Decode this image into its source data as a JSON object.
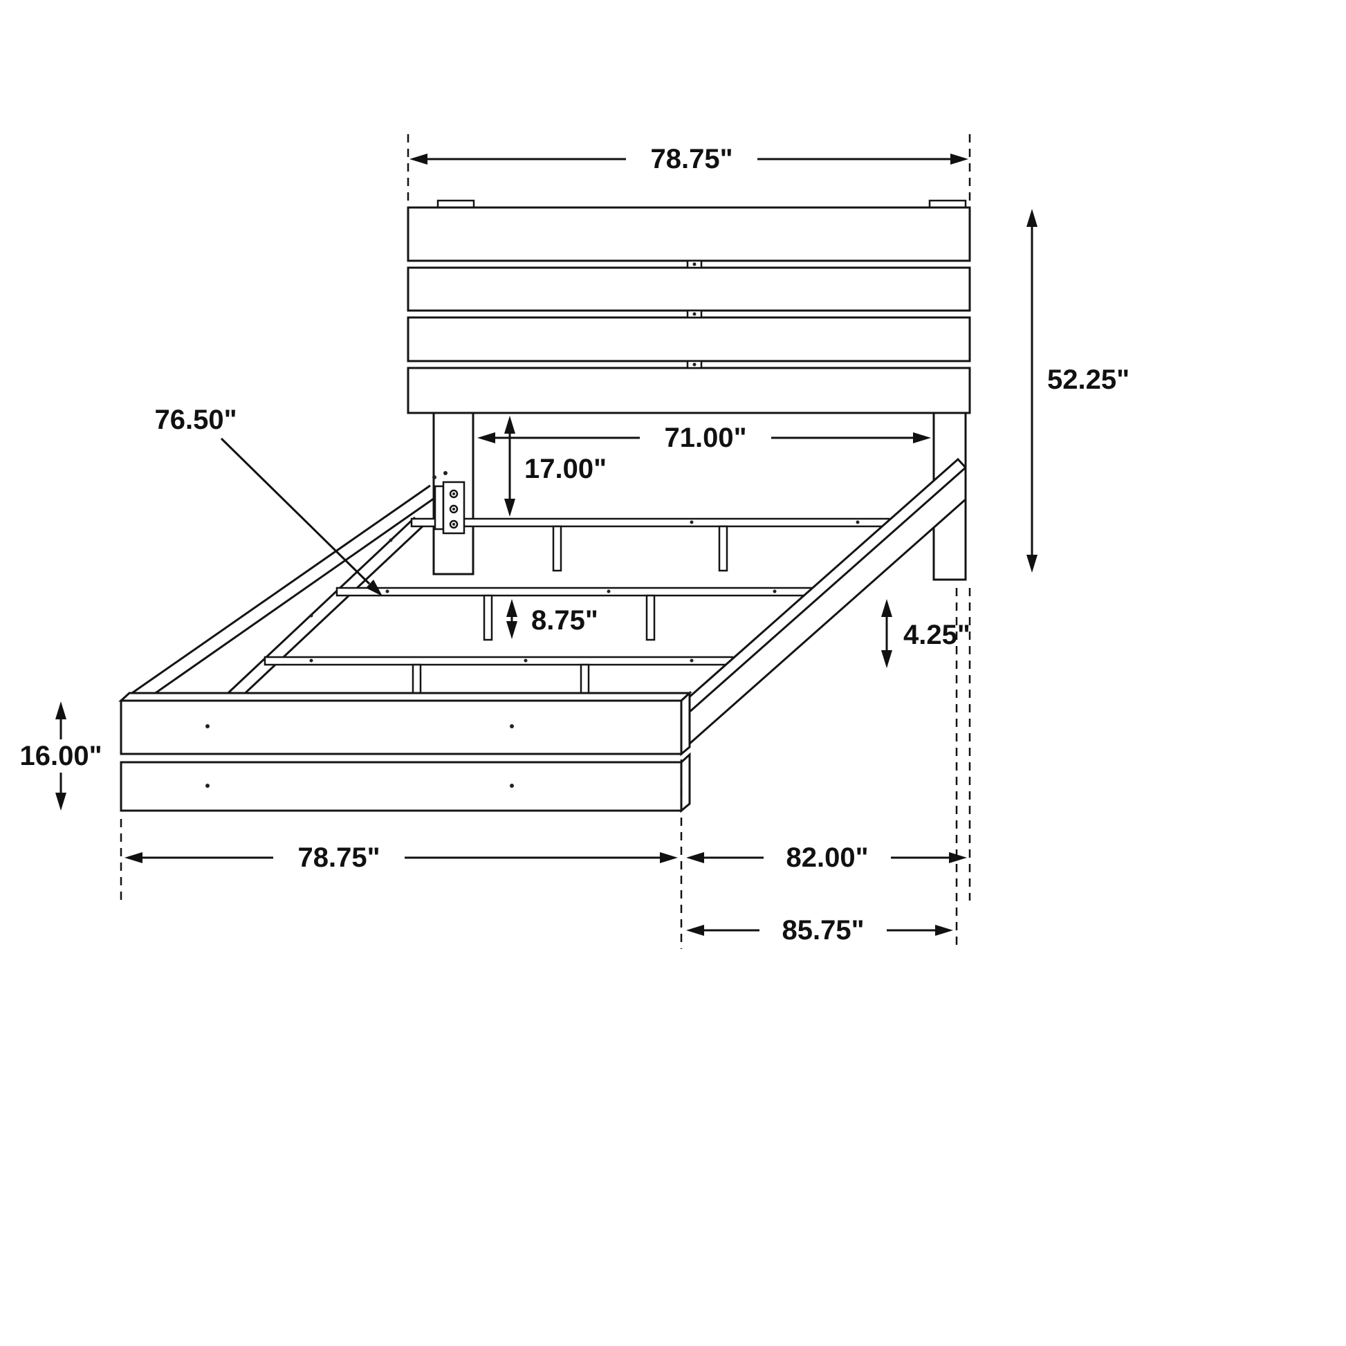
{
  "diagram": {
    "colors": {
      "line": "#141414",
      "background": "#ffffff"
    },
    "labels": {
      "headboard_width": "78.75\"",
      "headboard_height": "52.25\"",
      "inner_width": "71.00\"",
      "headboard_to_deck": "17.00\"",
      "slat_rail_length": "76.50\"",
      "center_leg_height": "8.75\"",
      "rail_floor_clearance": "4.25\"",
      "footboard_height": "16.00\"",
      "footboard_width": "78.75\"",
      "frame_length": "82.00\"",
      "overall_length": "85.75\""
    }
  }
}
